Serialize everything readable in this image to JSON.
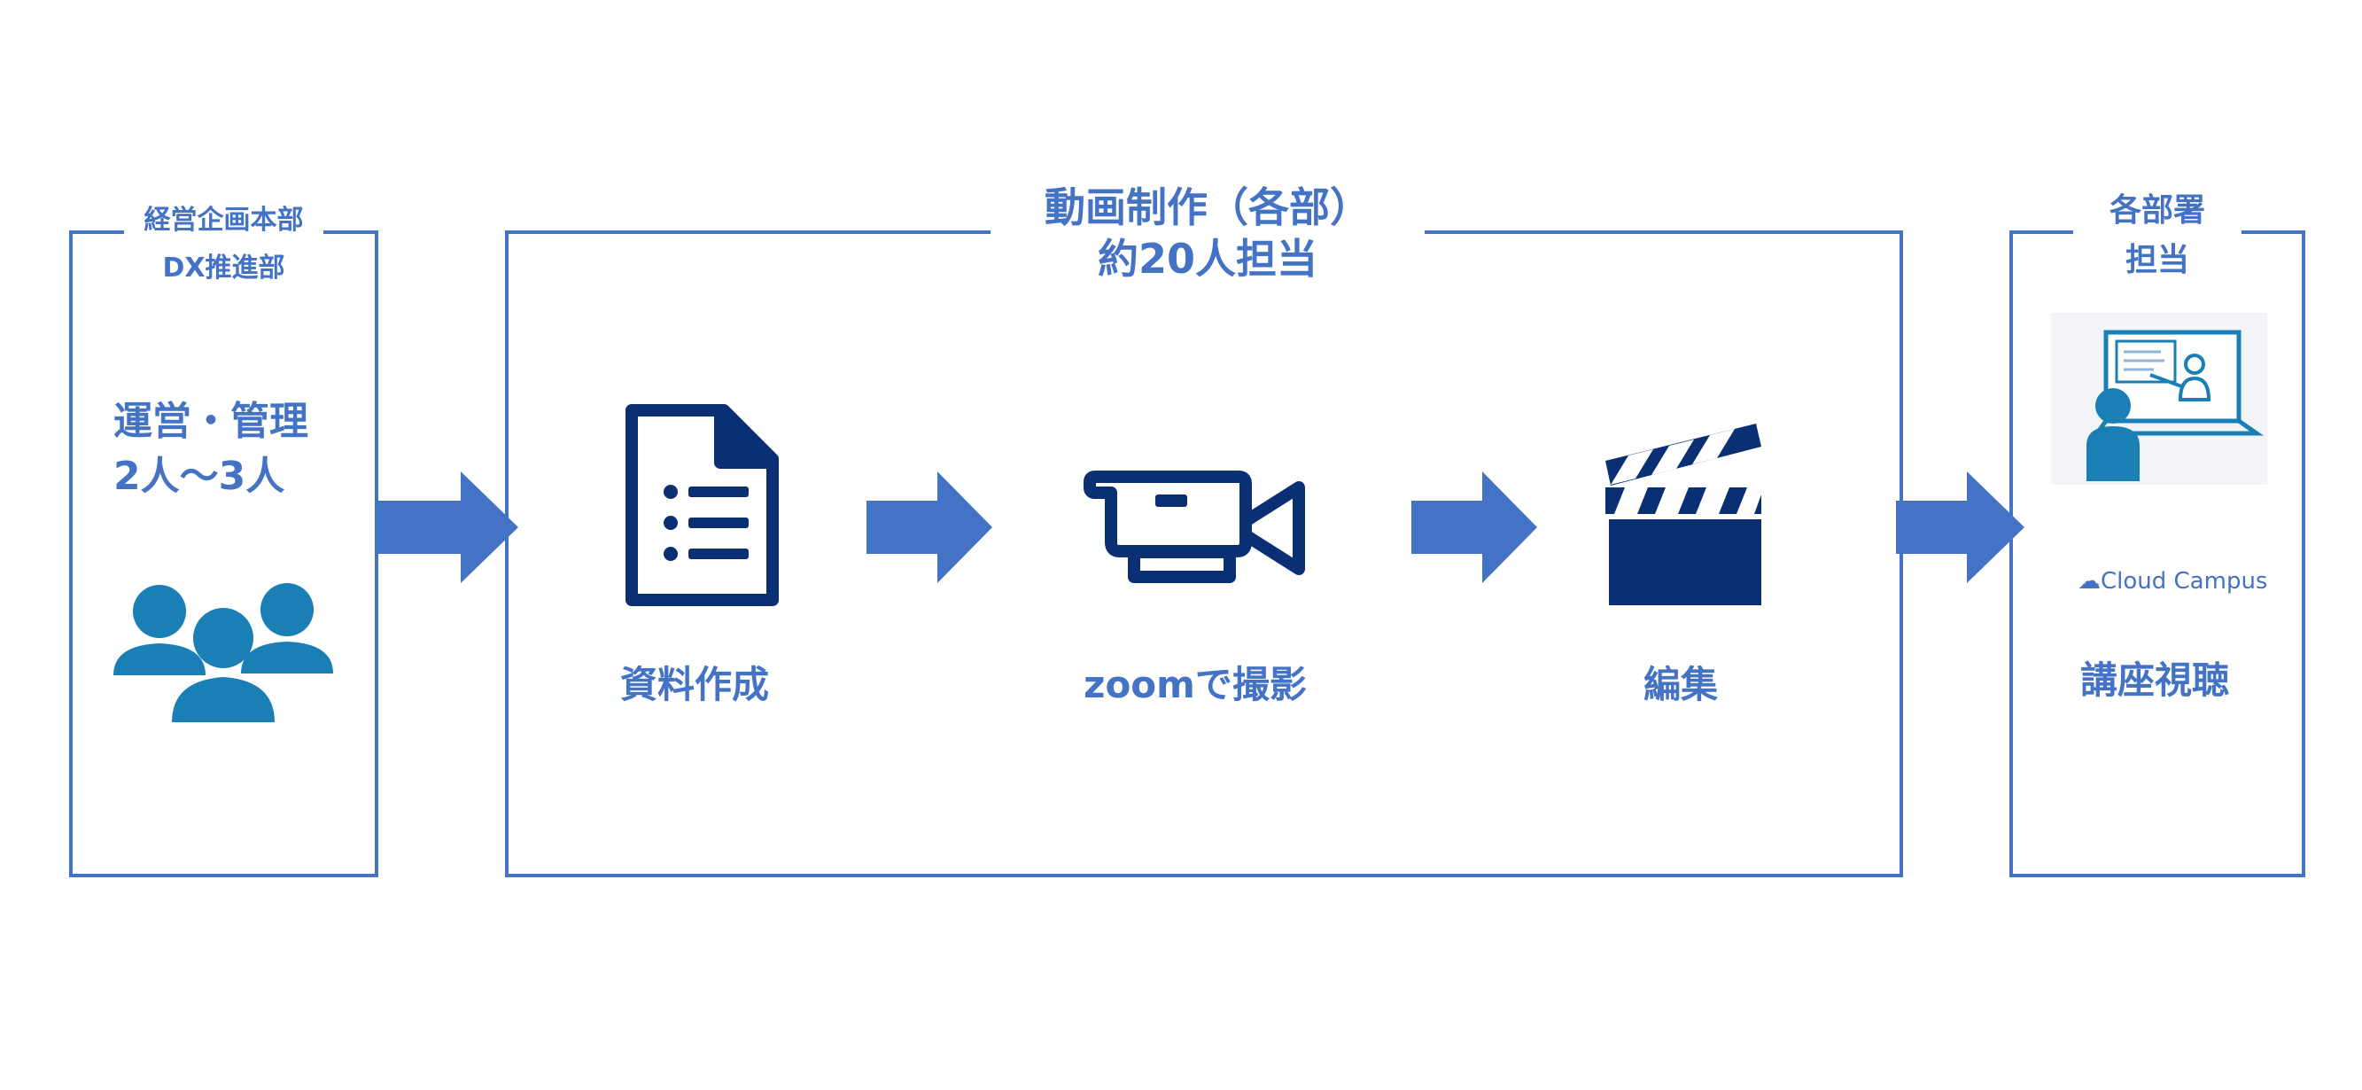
{
  "colors": {
    "frame": "#4472c4",
    "label": "#4472c4",
    "arrow": "#4472c4",
    "icon_dark": "#0b2f73",
    "icon_people": "#1a7fb5"
  },
  "left_box": {
    "title_line1": "経営企画本部",
    "title_line2": "DX推進部",
    "role_line1": "運営・管理",
    "role_line2": "2人～3人",
    "icon": "people-group-icon"
  },
  "center_box": {
    "title_line1": "動画制作（各部）",
    "title_line2": "約20人担当",
    "steps": [
      {
        "label": "資料作成",
        "icon": "document-icon"
      },
      {
        "label": "zoomで撮影",
        "icon": "video-camera-icon"
      },
      {
        "label": "編集",
        "icon": "clapperboard-icon"
      }
    ]
  },
  "right_box": {
    "title_line1": "各部署",
    "title_line2": "担当",
    "icon": "online-lecture-icon",
    "logo_text": "Cloud Campus",
    "action_label": "講座視聴"
  }
}
